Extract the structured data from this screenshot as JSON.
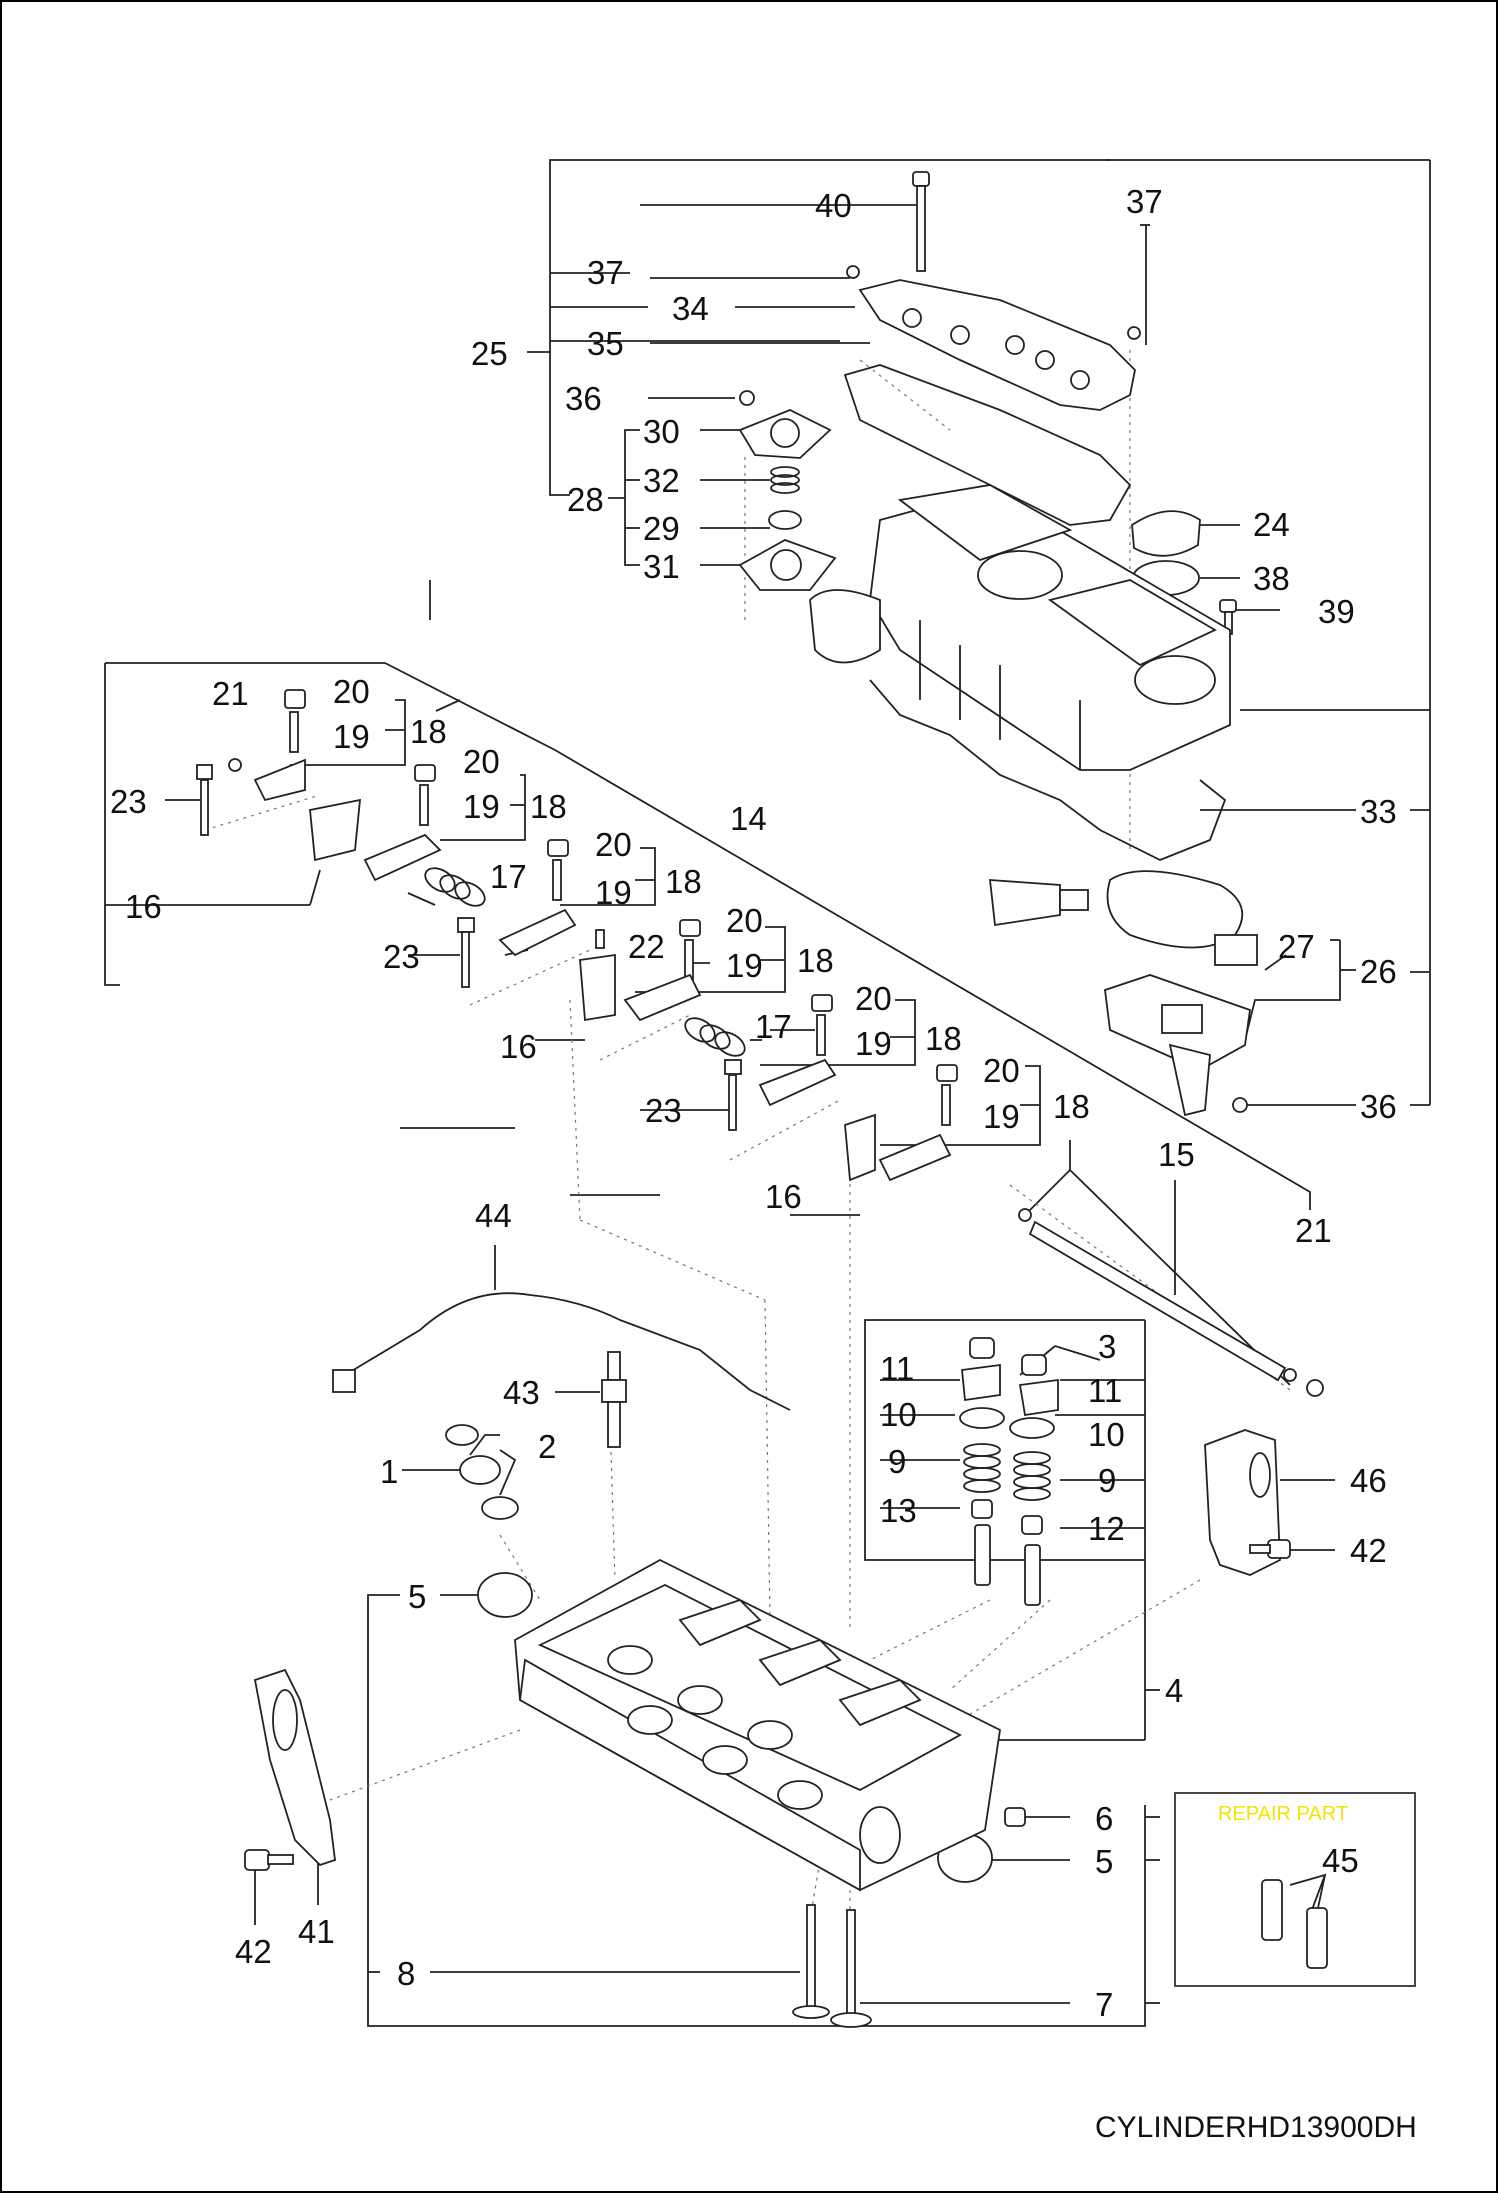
{
  "footer": "CYLINDERHD13900DH",
  "repair_label": "REPAIR PART",
  "colors": {
    "repair_label": "#f2e400",
    "ink": "#222222",
    "leader": "#1a9be0"
  },
  "callouts": {
    "n40": "40",
    "n37a": "37",
    "n37b": "37",
    "n34": "34",
    "n25": "25",
    "n35": "35",
    "n36a": "36",
    "n30": "30",
    "n32": "32",
    "n28": "28",
    "n29": "29",
    "n31": "31",
    "n24": "24",
    "n38": "38",
    "n39": "39",
    "n21a": "21",
    "n20a": "20",
    "n19a": "19",
    "n18a": "18",
    "n23a": "23",
    "n20b": "20",
    "n19b": "19",
    "n18b": "18",
    "n16a": "16",
    "n17a": "17",
    "n20c": "20",
    "n19c": "19",
    "n18c": "18",
    "n14": "14",
    "n23b": "23",
    "n22": "22",
    "n20d": "20",
    "n19d": "19",
    "n18d": "18",
    "n16b": "16",
    "n17b": "17",
    "n20e": "20",
    "n19e": "19",
    "n18e": "18",
    "n23c": "23",
    "n20f": "20",
    "n19f": "19",
    "n18f": "18",
    "n16c": "16",
    "n33": "33",
    "n27": "27",
    "n26": "26",
    "n36b": "36",
    "n15": "15",
    "n21b": "21",
    "n44": "44",
    "n3": "3",
    "n11a": "11",
    "n11b": "11",
    "n43": "43",
    "n10a": "10",
    "n10b": "10",
    "n2": "2",
    "n1": "1",
    "n9a": "9",
    "n9b": "9",
    "n13": "13",
    "n12": "12",
    "n46": "46",
    "n42a": "42",
    "n5a": "5",
    "n4": "4",
    "n6": "6",
    "n5b": "5",
    "n45": "45",
    "n42b": "42",
    "n41": "41",
    "n8": "8",
    "n7": "7"
  }
}
